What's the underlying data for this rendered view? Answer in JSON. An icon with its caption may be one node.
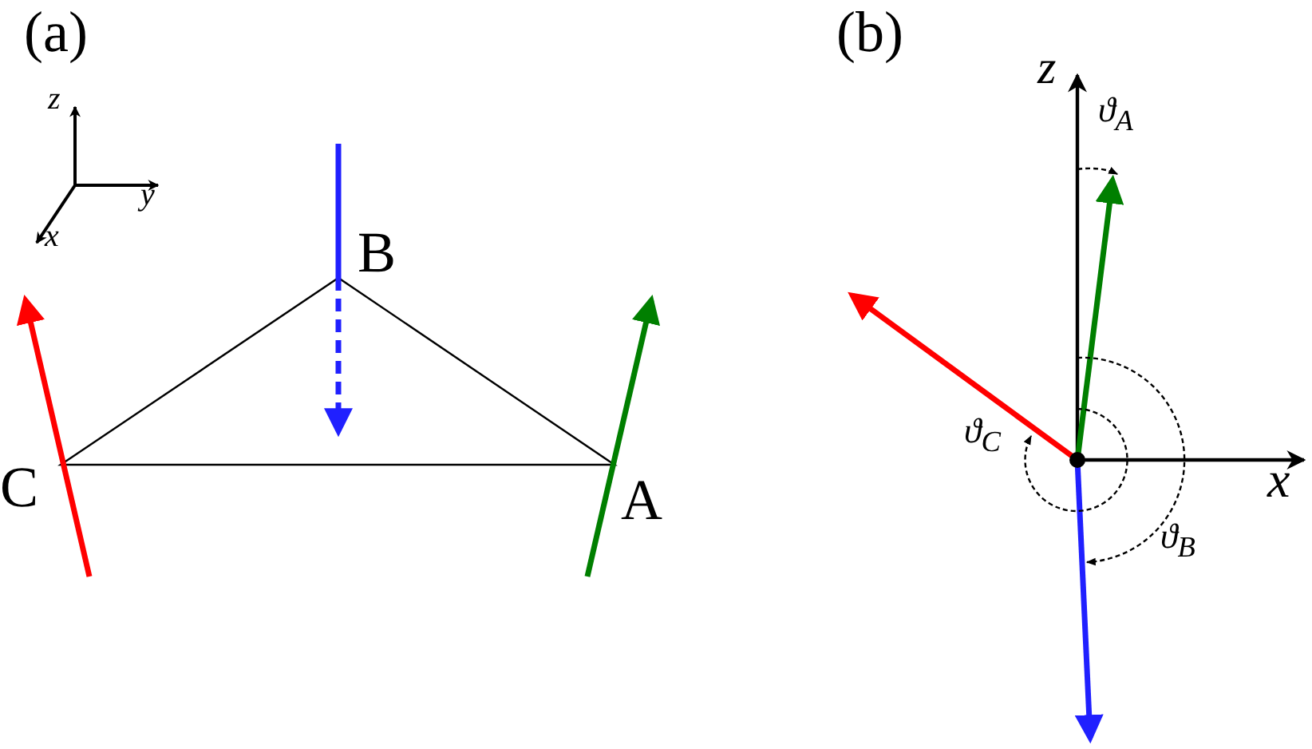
{
  "diagram": {
    "labels": [
      "(a)",
      "z",
      "y",
      "x",
      "B",
      "C",
      "A",
      "(b)",
      "z",
      "ϑ$_{A}$",
      "x",
      "ϑ$_{C}$",
      "ϑ$_{B}$"
    ]
  }
}
